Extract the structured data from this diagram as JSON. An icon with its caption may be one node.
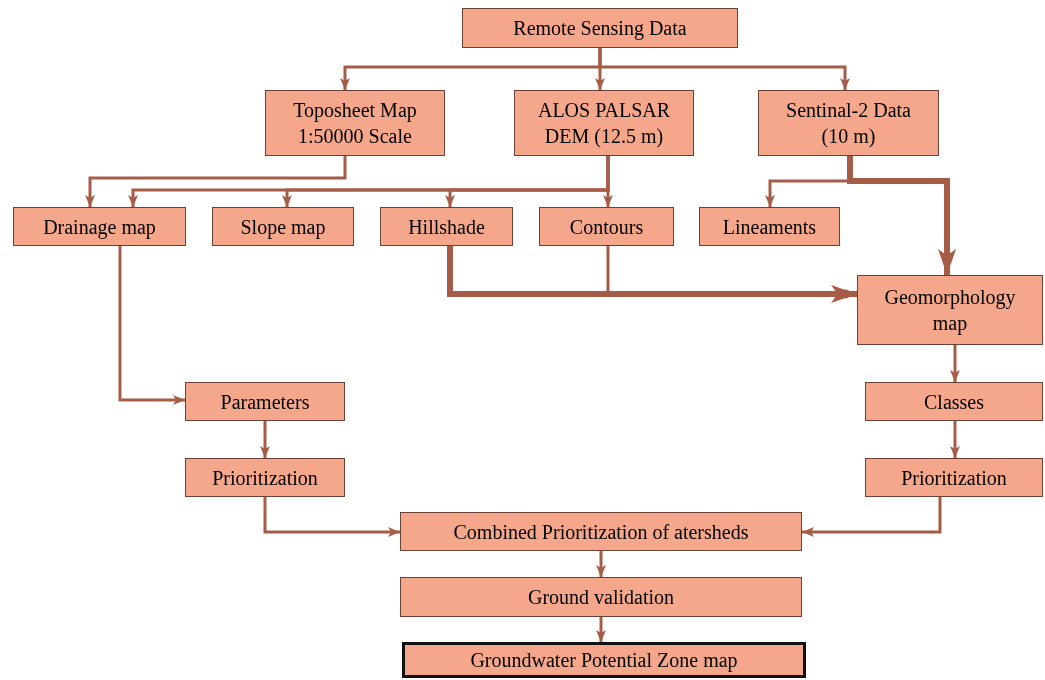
{
  "diagram": {
    "nodes": [
      {
        "text": [
          "Remote Sensing Data"
        ]
      },
      {
        "text": [
          "Toposheet Map 1:50000 Scale"
        ]
      },
      {
        "text": [
          "ALOS PALSAR DEM (12.5 m)"
        ]
      },
      {
        "text": [
          "Sentinal-2 Data (10 m)"
        ]
      },
      {
        "text": [
          "Drainage map"
        ]
      },
      {
        "text": [
          "Slope map"
        ]
      },
      {
        "text": [
          "Hillshade"
        ]
      },
      {
        "text": [
          "Contours"
        ]
      },
      {
        "text": [
          "Lineaments"
        ]
      },
      {
        "text": [
          "Geomorphology map"
        ]
      },
      {
        "text": [
          "Parameters"
        ]
      },
      {
        "text": [
          "Classes"
        ]
      },
      {
        "text": [
          "Prioritization"
        ]
      },
      {
        "text": [
          "Prioritization"
        ]
      },
      {
        "text": [
          "Combined Prioritization of atersheds"
        ]
      },
      {
        "text": [
          "Ground validation"
        ]
      },
      {
        "text": [
          "Groundwater Potential Zone map"
        ]
      }
    ],
    "edges": [
      {
        "from": 0,
        "to": 1,
        "arrow": "to"
      },
      {
        "from": 0,
        "to": 2,
        "arrow": "to"
      },
      {
        "from": 0,
        "to": 3,
        "arrow": "to"
      },
      {
        "from": 1,
        "to": 4,
        "arrow": "to"
      },
      {
        "from": 2,
        "to": 4,
        "arrow": "to"
      },
      {
        "from": 2,
        "to": 5,
        "arrow": "to"
      },
      {
        "from": 2,
        "to": 6,
        "arrow": "to"
      },
      {
        "from": 2,
        "to": 7,
        "arrow": "to"
      },
      {
        "from": 3,
        "to": 8,
        "arrow": "to"
      },
      {
        "from": 3,
        "to": 9,
        "arrow": "to",
        "style": "thick"
      },
      {
        "from": 6,
        "to": 9,
        "arrow": "to",
        "style": "thick"
      },
      {
        "from": 7,
        "to": 9,
        "arrow": "to"
      },
      {
        "from": 4,
        "to": 10,
        "arrow": "to"
      },
      {
        "from": 10,
        "to": 12,
        "arrow": "to"
      },
      {
        "from": 9,
        "to": 11,
        "arrow": "to"
      },
      {
        "from": 11,
        "to": 13,
        "arrow": "to"
      },
      {
        "from": 12,
        "to": 14,
        "arrow": "to"
      },
      {
        "from": 13,
        "to": 14,
        "arrow": "to"
      },
      {
        "from": 14,
        "to": 15,
        "arrow": "to"
      },
      {
        "from": 15,
        "to": 16,
        "arrow": "to"
      }
    ]
  }
}
